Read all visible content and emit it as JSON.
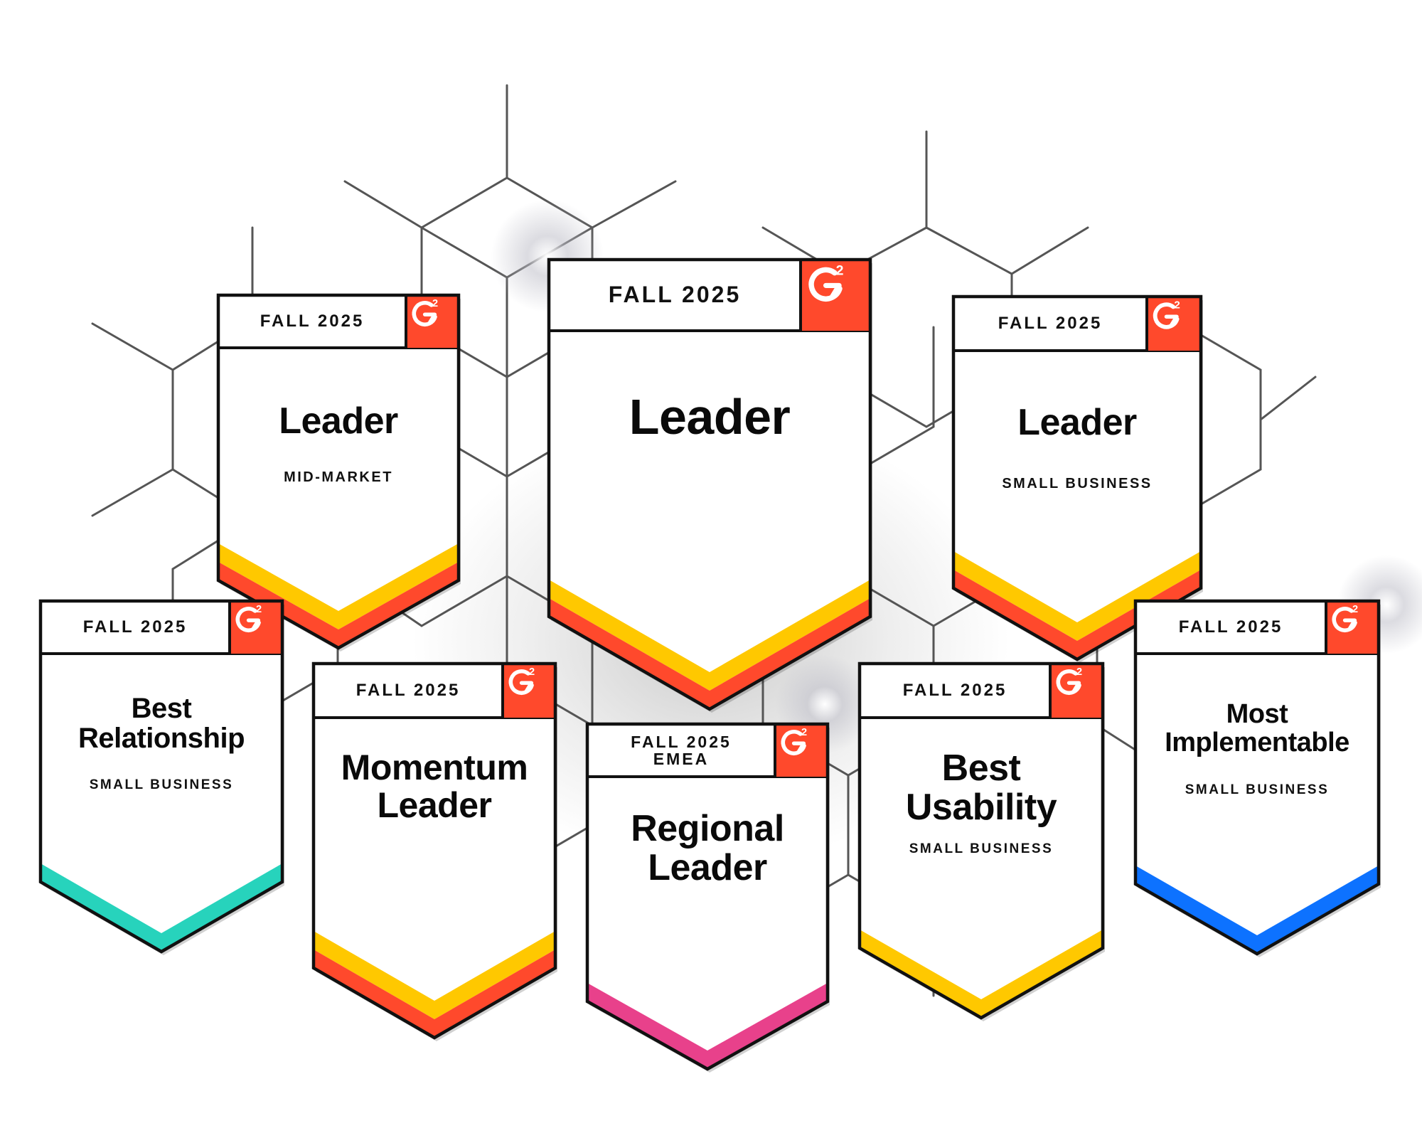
{
  "colors": {
    "g2_red": "#ff492c",
    "ribbon_yellow": "#ffc800",
    "ribbon_orange": "#ff492c",
    "ribbon_teal": "#27d3bc",
    "ribbon_pink": "#e8418b",
    "ribbon_blue": "#0d72ff",
    "mesh_line": "#555555"
  },
  "logo_icon": "g2-logo-icon",
  "badges": [
    {
      "header": "FALL 2025",
      "title": "Leader",
      "subtitle": "MID-MARKET",
      "ribbon": "yellow-orange"
    },
    {
      "header": "FALL 2025",
      "title": "Leader",
      "subtitle": "",
      "ribbon": "yellow-orange"
    },
    {
      "header": "FALL 2025",
      "title": "Leader",
      "subtitle": "SMALL BUSINESS",
      "ribbon": "yellow-orange"
    },
    {
      "header": "FALL 2025",
      "title": "Best Relationship",
      "subtitle": "SMALL BUSINESS",
      "ribbon": "teal"
    },
    {
      "header": "FALL 2025",
      "title": "Momentum Leader",
      "subtitle": "",
      "ribbon": "yellow-orange"
    },
    {
      "header": "FALL 2025 EMEA",
      "title": "Regional Leader",
      "subtitle": "",
      "ribbon": "pink"
    },
    {
      "header": "FALL 2025",
      "title": "Best Usability",
      "subtitle": "SMALL BUSINESS",
      "ribbon": "yellow"
    },
    {
      "header": "FALL 2025",
      "title": "Most Implementable",
      "subtitle": "SMALL BUSINESS",
      "ribbon": "blue"
    }
  ]
}
